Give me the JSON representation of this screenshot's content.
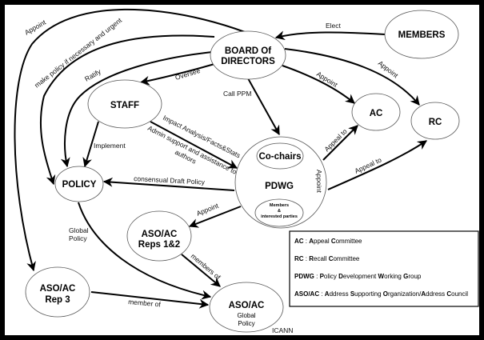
{
  "nodes": {
    "members": "MEMBERS",
    "board_line1": "BOARD Of",
    "board_line2": "DIRECTORS",
    "staff": "STAFF",
    "ac": "AC",
    "rc": "RC",
    "policy": "POLICY",
    "cochairs": "Co-chairs",
    "pdwg": "PDWG",
    "members_parties_line1": "Members",
    "members_parties_line2": "&",
    "members_parties_line3": "interested parties",
    "reps12_line1": "ASO/AC",
    "reps12_line2": "Reps 1&2",
    "rep3_line1": "ASO/AC",
    "rep3_line2": "Rep 3",
    "global_line1": "ASO/AC",
    "global_line2": "Global",
    "global_line3": "Policy"
  },
  "edges": {
    "elect": "Elect",
    "appoint_outer": "Appoint",
    "make_policy": "make policy if necessary and urgent",
    "ratify": "Ratify",
    "oversee": "Oversee",
    "call_ppm": "Call PPM",
    "appoint_ac": "Appoint",
    "appoint_rc": "Appoint",
    "implement": "Implement",
    "impact_analysis": "Impact Analysis/Facts&Stats",
    "admin_support_line1": "Admin support and assistance to",
    "admin_support_line2": "authors",
    "consensual_draft": "consensual Draft Policy",
    "appeal_to_ac": "Appeal to",
    "appeal_to_rc": "Appeal to",
    "appoint_cochairs": "Appoint",
    "appoint_reps": "Appoint",
    "global_policy_line1": "Global",
    "global_policy_line2": "Policy",
    "members_of": "members of",
    "member_of": "member of"
  },
  "footer": {
    "icann": "ICANN"
  },
  "legend": [
    {
      "abbr": "AC",
      "sep": " : ",
      "parts": [
        [
          "A",
          "ppeal "
        ],
        [
          "C",
          "ommittee"
        ]
      ]
    },
    {
      "abbr": "RC",
      "sep": " : ",
      "parts": [
        [
          "R",
          "ecall "
        ],
        [
          "C",
          "ommittee"
        ]
      ]
    },
    {
      "abbr": "PDWG",
      "sep": " : ",
      "parts": [
        [
          "P",
          "olicy "
        ],
        [
          "D",
          "evelopment "
        ],
        [
          "W",
          "orking "
        ],
        [
          "G",
          "roup"
        ]
      ]
    },
    {
      "abbr": "ASO/AC",
      "sep": " : ",
      "parts": [
        [
          "A",
          "ddress "
        ],
        [
          "S",
          "upporting "
        ],
        [
          "O",
          "rganization/"
        ],
        [
          "A",
          "ddress "
        ],
        [
          "C",
          "ouncil"
        ]
      ]
    }
  ],
  "colors": {
    "background": "#ffffff",
    "frame": "#000000",
    "stroke": "#000000"
  }
}
